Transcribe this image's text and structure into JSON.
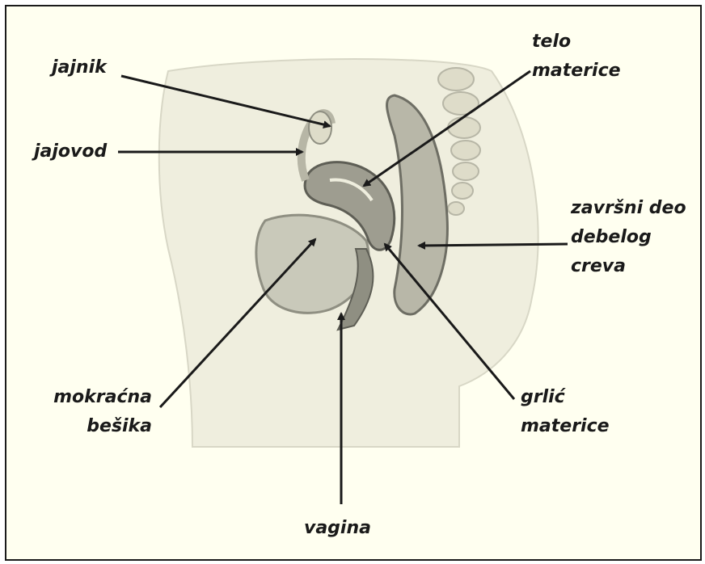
{
  "labels": {
    "jajnik": "jajnik",
    "jajovod": "jajovod",
    "telo_line1": "telo",
    "telo_line2": "materice",
    "zavrsni_line1": "završni deo",
    "zavrsni_line2": "debelog",
    "zavrsni_line3": "creva",
    "mokracna_line1": "mokraćna",
    "mokracna_line2": "bešika",
    "grlic_line1": "grlić",
    "grlic_line2": "materice",
    "vagina": "vagina"
  },
  "colors": {
    "background": "#fffff0",
    "illustration_fill": "#efeede",
    "organ_fill": "#c9c9ba",
    "organ_dark": "#8f8f82",
    "line": "#1a1a1a"
  }
}
